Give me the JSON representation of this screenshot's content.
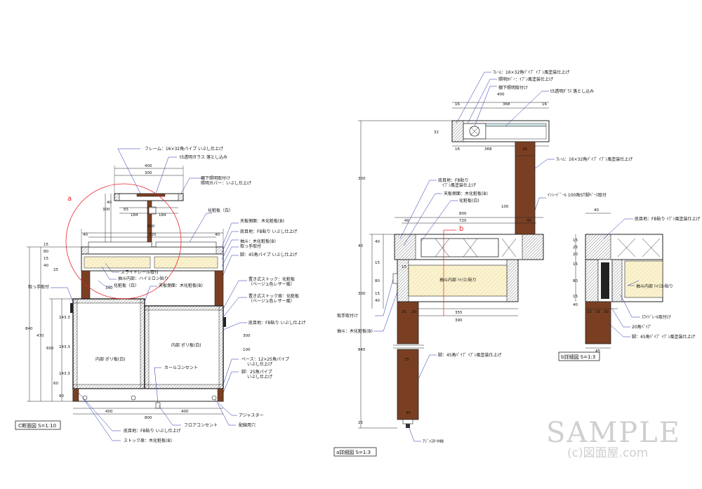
{
  "colors": {
    "wood": "#7a3f22",
    "wood_dark": "#5a2c14",
    "cream": "#fbf3cf",
    "leader": "#1d2fa8",
    "red": "#e8242c",
    "line": "#222222"
  },
  "views": {
    "c_section": {
      "title": "C断面図 S=1:10",
      "mark": "a",
      "labels": [
        "フレーム：16×32角パイプ いぶし仕上げ",
        "t5透明ガラス 落とし込み",
        "棚下照明取付け",
        "照明カバー：いぶし仕上げ",
        "化粧板（白）",
        "天板側面：木化粧板(B)",
        "底目地：FB貼り いぶし仕上げ",
        "抽斗：木化粧板(B)",
        "取っ手取付",
        "脚：45角パイプ いぶし仕上げ",
        "スライドレール取付",
        "抽斗内部：ハイミロン貼り",
        "化粧板（白）",
        "天板側面：木化粧板(B)",
        "取っ手取付",
        "置き式ストック：化粧板",
        "（ベージュ色レザー風）",
        "置き式ストック扉：化粧板",
        "（ベージュ色レザー風）",
        "底目地：FB貼り いぶし仕上げ",
        "内部 ポリ板(白)",
        "内部 ポリ板(白)",
        "カールコンセント",
        "ベース：12×25角パイプ",
        "いぶし仕上げ",
        "脚：25角パイプ",
        "いぶし仕上げ",
        "アジャスター",
        "フロアコンセント",
        "配線用穴",
        "底目地：FB貼り いぶし仕上げ",
        "ストック扉：木化粧板(B)"
      ],
      "dims": [
        "400",
        "300",
        "65",
        "184",
        "184",
        "800",
        "720",
        "40",
        "40",
        "340",
        "400",
        "400",
        "800",
        "840",
        "470",
        "600",
        "143.3",
        "143.3",
        "143.3",
        "90",
        "300",
        "40",
        "300",
        "100",
        "15",
        "80",
        "15",
        "40",
        "25",
        "60"
      ]
    },
    "a_detail": {
      "title": "a詳細図 S=1:3",
      "mark": "b",
      "labels": [
        "ﾌﾚｰﾑ：16×32角ﾊﾟｲﾌﾟ ｲﾌﾞｼ風塗装仕上げ",
        "照明ｶﾊﾞｰ：ｲﾌﾞｼ風塗装仕上げ",
        "棚下照明取付け",
        "t5透明ｶﾞﾗｽ 落とし込み",
        "ﾌﾚｰﾑ：16×32角ﾊﾟｲﾌﾟ ｲﾌﾞｼ風塗装仕上げ",
        "底目地：FB貼り",
        "ｲﾌﾞｼ風塗装仕上げ",
        "天板側面：木化粧板(B)",
        "化粧板(白)",
        "ｲﾝｼｰﾄﾞﾞｰﾙ 100角ST脚ﾍﾞｰｽ取付",
        "抽斗内部 ﾊｲﾐﾛﾝ貼り",
        "取手取付け",
        "抽斗：木化粧板(B)",
        "脚：45角ﾊﾟｲﾌﾟ ｲﾌﾞｼ風塗装仕上げ",
        "ｱｼﾞｬｽﾀｰM8"
      ],
      "dims": [
        "400",
        "16",
        "368",
        "16",
        "16",
        "368",
        "16",
        "32",
        "800",
        "720",
        "40",
        "40",
        "355",
        "390",
        "15",
        "25",
        "20",
        "25",
        "300",
        "100",
        "40",
        "300",
        "845",
        "45",
        "40",
        "15",
        "80",
        "15",
        "40",
        "25"
      ]
    },
    "b_detail": {
      "title": "b詳細図 S=1:3",
      "labels": [
        "底目地：FB貼り ｲﾌﾞｼ風塗装仕上げ",
        "抽斗内部 ﾊｲﾐﾛﾝ貼り",
        "ｽﾗｲﾄﾞﾚｰﾙ取付け",
        "20角ﾊﾟｲﾌﾟ",
        "脚：45角ﾊﾟｲﾌﾟ ｲﾌﾞｼ風塗装仕上げ"
      ],
      "dims": [
        "40",
        "15",
        "25",
        "20",
        "15",
        "80",
        "15",
        "40",
        "15",
        "15",
        "20",
        "45"
      ]
    }
  },
  "watermark": {
    "text": "SAMPLE",
    "sub": "(c)図面屋.com"
  }
}
